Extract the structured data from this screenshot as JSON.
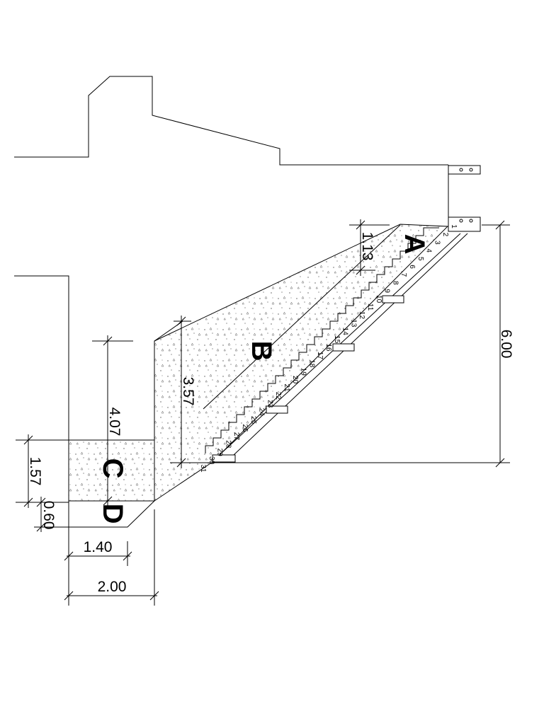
{
  "drawing": {
    "zones": {
      "a": "A",
      "b": "B",
      "c": "C",
      "d": "D"
    },
    "dimensions": {
      "total_height": "6.00",
      "top_block": "1.13",
      "middle_block": "3.57",
      "column_height": "4.07",
      "base_height": "1.57",
      "footing_height": "0.60",
      "base_width": "1.40",
      "footing_width": "2.00"
    },
    "steps": [
      "1",
      "2",
      "3",
      "4",
      "5",
      "6",
      "7",
      "8",
      "9",
      "10",
      "11",
      "12",
      "13",
      "14",
      "15",
      "16",
      "17",
      "18",
      "19",
      "20",
      "21",
      "22",
      "23",
      "24",
      "25",
      "26",
      "27",
      "28",
      "29",
      "30",
      "31"
    ]
  }
}
